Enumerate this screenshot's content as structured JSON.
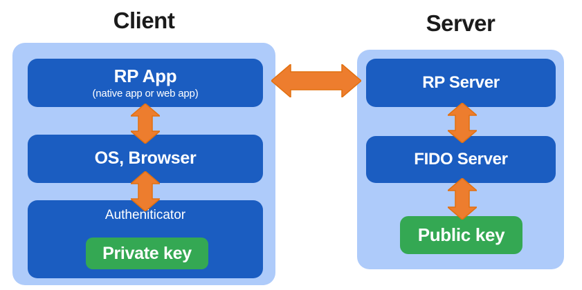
{
  "titles": {
    "client": "Client",
    "server": "Server"
  },
  "client": {
    "rp_app": {
      "label": "RP App",
      "sublabel": "(native app or web app)"
    },
    "os_browser": {
      "label": "OS, Browser"
    },
    "authenticator": {
      "label": "Autheniticator"
    },
    "private_key": {
      "label": "Private key"
    }
  },
  "server": {
    "rp_server": {
      "label": "RP Server"
    },
    "fido_server": {
      "label": "FIDO Server"
    },
    "public_key": {
      "label": "Public key"
    }
  },
  "icons": {
    "client_server_arrow": "double-headed-horizontal-arrow",
    "vertical_arrows": "double-headed-vertical-arrow"
  },
  "colors": {
    "container_bg": "#aecbfa",
    "box_bg": "#1b5dc1",
    "key_bg": "#34a853",
    "arrow": "#ed7d2e",
    "arrow_edge": "#e2700f",
    "title_text": "#1b1b1b",
    "box_text": "#ffffff",
    "page_bg": "#ffffff"
  }
}
